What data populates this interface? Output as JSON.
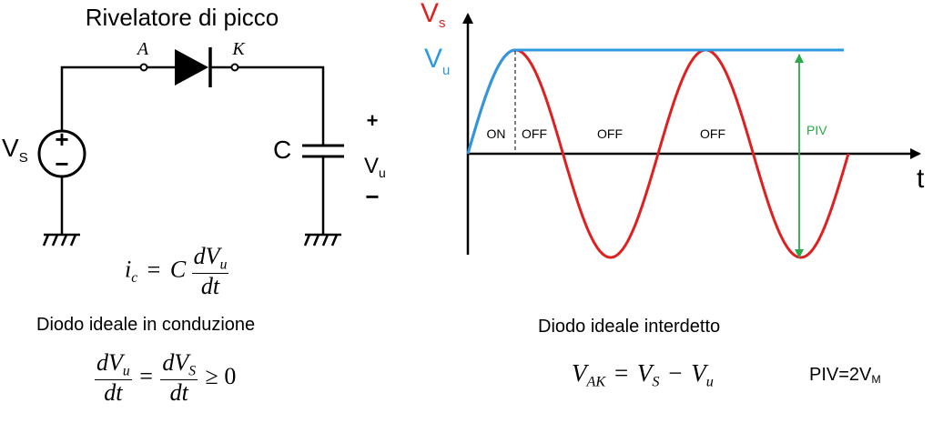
{
  "circuit": {
    "title": "Rivelatore di picco",
    "anode_label": "A",
    "cathode_label": "K",
    "source_label": "V",
    "source_sub": "S",
    "plus_sign": "+",
    "minus_sign": "−",
    "cap_label": "C",
    "out_plus": "+",
    "out_label": "V",
    "out_sub": "u",
    "out_minus": "−"
  },
  "plot": {
    "vs_label": "V",
    "vs_sub": "s",
    "vu_label": "V",
    "vu_sub": "u",
    "t_label": "t",
    "regions": [
      "ON",
      "OFF",
      "OFF",
      "OFF"
    ],
    "piv_label": "PIV",
    "colors": {
      "vs": "#e02020",
      "vu": "#2b9ae0",
      "piv": "#2aa84a",
      "axis": "#000000"
    }
  },
  "formulas": {
    "ic_lhs": "i",
    "ic_lhs_sub": "c",
    "ic_eq": "=",
    "ic_C": "C",
    "ic_num": "dV",
    "ic_num_sub": "u",
    "ic_den": "dt",
    "cond_caption": "Diodo ideale in conduzione",
    "cond_num1": "dV",
    "cond_num1_sub": "u",
    "cond_den1": "dt",
    "cond_eq": "=",
    "cond_num2": "dV",
    "cond_num2_sub": "S",
    "cond_den2": "dt",
    "cond_ge": "≥ 0",
    "inter_caption": "Diodo ideale interdetto",
    "vak_V": "V",
    "vak_sub": "AK",
    "vak_eq": "=",
    "vak_V2": "V",
    "vak_sub2": "S",
    "vak_minus": "−",
    "vak_V3": "V",
    "vak_sub3": "u",
    "piv_eq": "PIV=2V",
    "piv_eq_sub": "M"
  }
}
